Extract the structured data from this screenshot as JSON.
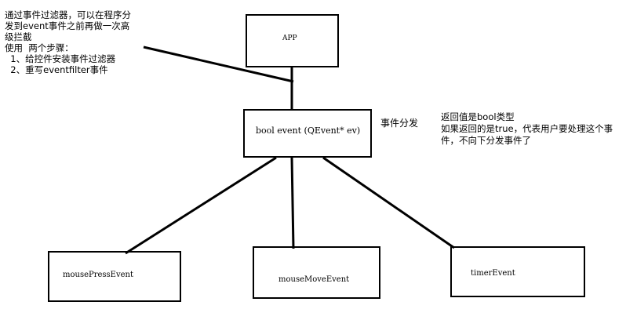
{
  "nodes": {
    "app": "APP",
    "event": "bool event (QEvent* ev)",
    "mouse_press": "mousePressEvent",
    "mouse_move": "mouseMoveEvent",
    "timer": "timerEvent"
  },
  "labels": {
    "dispatch": "事件分发"
  },
  "notes": {
    "filter": [
      "通过事件过滤器，可以在程序分",
      "发到event事件之前再做一次高",
      "级拦截",
      "使用  两个步骤：",
      "  1、给控件安装事件过滤器",
      "  2、重写eventfilter事件"
    ],
    "return": [
      "返回值是bool类型",
      "如果返回的是true，代表用户要处理这个事",
      "件，不向下分发事件了"
    ]
  }
}
